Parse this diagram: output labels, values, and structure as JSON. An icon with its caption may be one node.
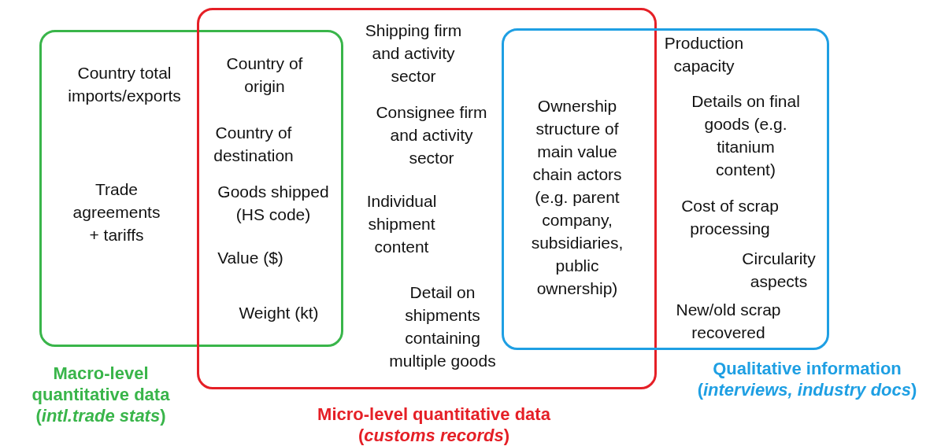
{
  "diagram": {
    "nodes": [
      {
        "text": [
          "Macro-level quantitative data (*intl.trade stats*)"
        ]
      },
      {
        "text": [
          "Micro-level quantitative data (*customs records*)"
        ]
      },
      {
        "text": [
          "Qualitative information (*interviews, industry docs*)"
        ]
      }
    ],
    "labels": [
      "Country total imports/exports",
      "Trade agreements + tariffs",
      "Country of origin",
      "Country of destination",
      "Goods shipped (HS code)",
      "Value ($)",
      "Weight (kt)",
      "Shipping firm and activity sector",
      "Consignee firm and activity sector",
      "Individual shipment content",
      "Detail on shipments containing multiple goods",
      "Ownership structure of main value chain actors (e.g. parent company, subsidiaries, public ownership)",
      "Production capacity",
      "Details on final goods (e.g. titanium content)",
      "Cost of scrap processing",
      "Circularity aspects",
      "New/old scrap recovered"
    ]
  }
}
